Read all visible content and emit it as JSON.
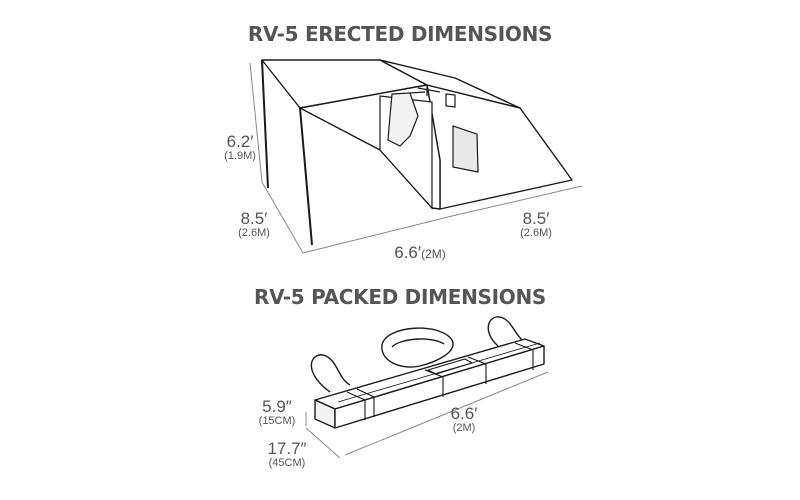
{
  "erected": {
    "title": "RV-5 ERECTED DIMENSIONS",
    "height": {
      "main": "6.2′",
      "sub": "(1.9M)"
    },
    "depth_left": {
      "main": "8.5′",
      "sub": "(2.6M)"
    },
    "width": {
      "main": "6.6′",
      "sub": "(2M)"
    },
    "depth_right": {
      "main": "8.5′",
      "sub": "(2.6M)"
    }
  },
  "packed": {
    "title": "RV-5 PACKED DIMENSIONS",
    "height": {
      "main": "5.9″",
      "sub": "(15CM)"
    },
    "length": {
      "main": "6.6′",
      "sub": "(2M)"
    },
    "depth": {
      "main": "17.7″",
      "sub": "(45CM)"
    }
  },
  "colors": {
    "text": "#555555",
    "line": "#1a1a1a",
    "dim_line": "#8a8a8a",
    "tent_fill": "#ffffff",
    "window_fill": "#e8e8e8"
  }
}
